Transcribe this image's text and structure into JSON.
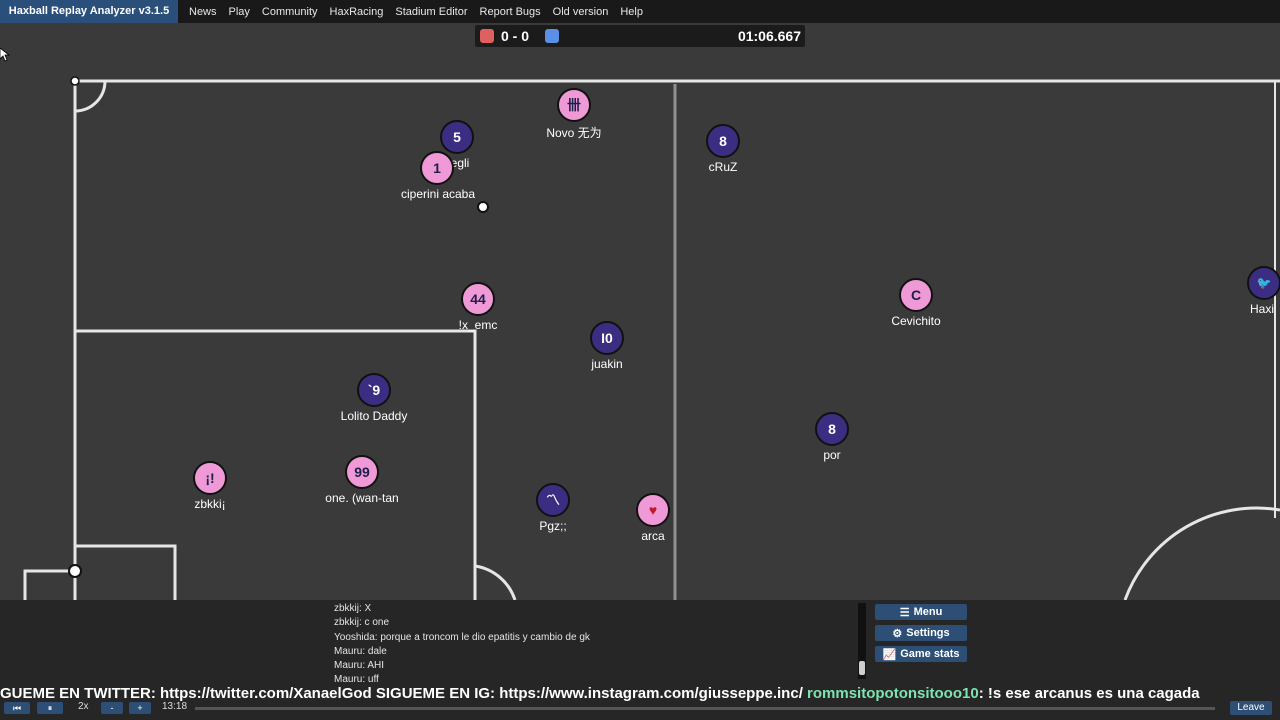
{
  "topbar": {
    "brand": "Haxball Replay Analyzer v3.1.5",
    "nav": [
      "News",
      "Play",
      "Community",
      "HaxRacing",
      "Stadium Editor",
      "Report Bugs",
      "Old version",
      "Help"
    ]
  },
  "scoreboard": {
    "score": "0 - 0",
    "time": "01:06.667",
    "red_color": "#e06060",
    "blue_color": "#5b8fe6"
  },
  "players": [
    {
      "avatar": "5",
      "name": "egli",
      "team": "blue"
    },
    {
      "avatar": "1",
      "name": "ciperini acaba",
      "team": "red"
    },
    {
      "avatar": "卌",
      "name": "Novo 无为",
      "team": "red"
    },
    {
      "avatar": "8",
      "name": "cRuZ",
      "team": "blue"
    },
    {
      "avatar": "44",
      "name": "!x_emc",
      "team": "red"
    },
    {
      "avatar": "I0",
      "name": "juakin",
      "team": "blue"
    },
    {
      "avatar": "C",
      "name": "Cevichito",
      "team": "red"
    },
    {
      "avatar": "`9",
      "name": "Lolito Daddy",
      "team": "blue"
    },
    {
      "avatar": "8",
      "name": "por",
      "team": "blue"
    },
    {
      "avatar": "¡!",
      "name": "zbkki¡",
      "team": "red"
    },
    {
      "avatar": "99",
      "name": "one. (wan-tan",
      "team": "red"
    },
    {
      "avatar": "〽",
      "name": "Pgz;;",
      "team": "blue"
    },
    {
      "avatar": "♥",
      "name": "arca",
      "team": "red"
    },
    {
      "avatar": "🐦",
      "name": "Haxi",
      "team": "blue"
    }
  ],
  "chat": [
    "zbkkij: X",
    "zbkkij: c one",
    "Yooshida: porque a troncom le dio epatitis y cambio de gk",
    "Mauru: dale",
    "Mauru: AHI",
    "Mauru: uff"
  ],
  "side_buttons": [
    {
      "icon": "☰",
      "label": "Menu"
    },
    {
      "icon": "⚙",
      "label": "Settings"
    },
    {
      "icon": "📈",
      "label": "Game stats"
    }
  ],
  "ticker": {
    "text": "GUEME EN TWITTER: https://twitter.com/XanaelGod SIGUEME EN IG: https://www.instagram.com/giusseppe.inc/",
    "user": "rommsitopotonsitooo10",
    "message": ": !s ese arcanus es una cagada"
  },
  "controls": {
    "speed": "2x",
    "minus": "-",
    "plus": "+",
    "current_time": "13:18",
    "leave": "Leave"
  }
}
